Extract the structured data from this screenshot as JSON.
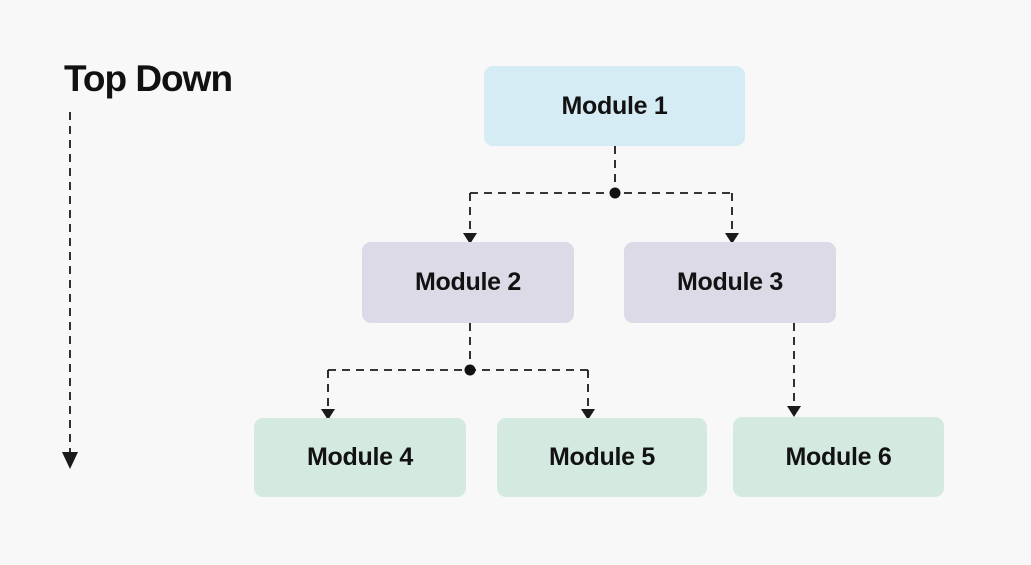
{
  "title": "Top Down",
  "icons": {
    "flow_direction_icon": "dashed-down-arrow"
  },
  "diagram": {
    "type": "top-down-hierarchy",
    "connector_style": "dashed-line-with-filled-arrowheads",
    "branch_junction_dots": 2,
    "colors": {
      "background": "#f8f8f8",
      "line": "#1a1a1a",
      "text": "#121212",
      "level1_fill": "#d6ecf5",
      "level2_fill": "#dcdae7",
      "level3_fill": "#d4eae0"
    },
    "nodes": [
      {
        "id": "module-1",
        "label": "Module 1",
        "level": 1,
        "color": "#d6ecf5"
      },
      {
        "id": "module-2",
        "label": "Module 2",
        "level": 2,
        "color": "#dcdae7"
      },
      {
        "id": "module-3",
        "label": "Module 3",
        "level": 2,
        "color": "#dcdae7"
      },
      {
        "id": "module-4",
        "label": "Module 4",
        "level": 3,
        "color": "#d4eae0"
      },
      {
        "id": "module-5",
        "label": "Module 5",
        "level": 3,
        "color": "#d4eae0"
      },
      {
        "id": "module-6",
        "label": "Module 6",
        "level": 3,
        "color": "#d4eae0"
      }
    ],
    "edges": [
      {
        "from": "module-1",
        "to": "module-2"
      },
      {
        "from": "module-1",
        "to": "module-3"
      },
      {
        "from": "module-2",
        "to": "module-4"
      },
      {
        "from": "module-2",
        "to": "module-5"
      },
      {
        "from": "module-3",
        "to": "module-6"
      }
    ]
  }
}
